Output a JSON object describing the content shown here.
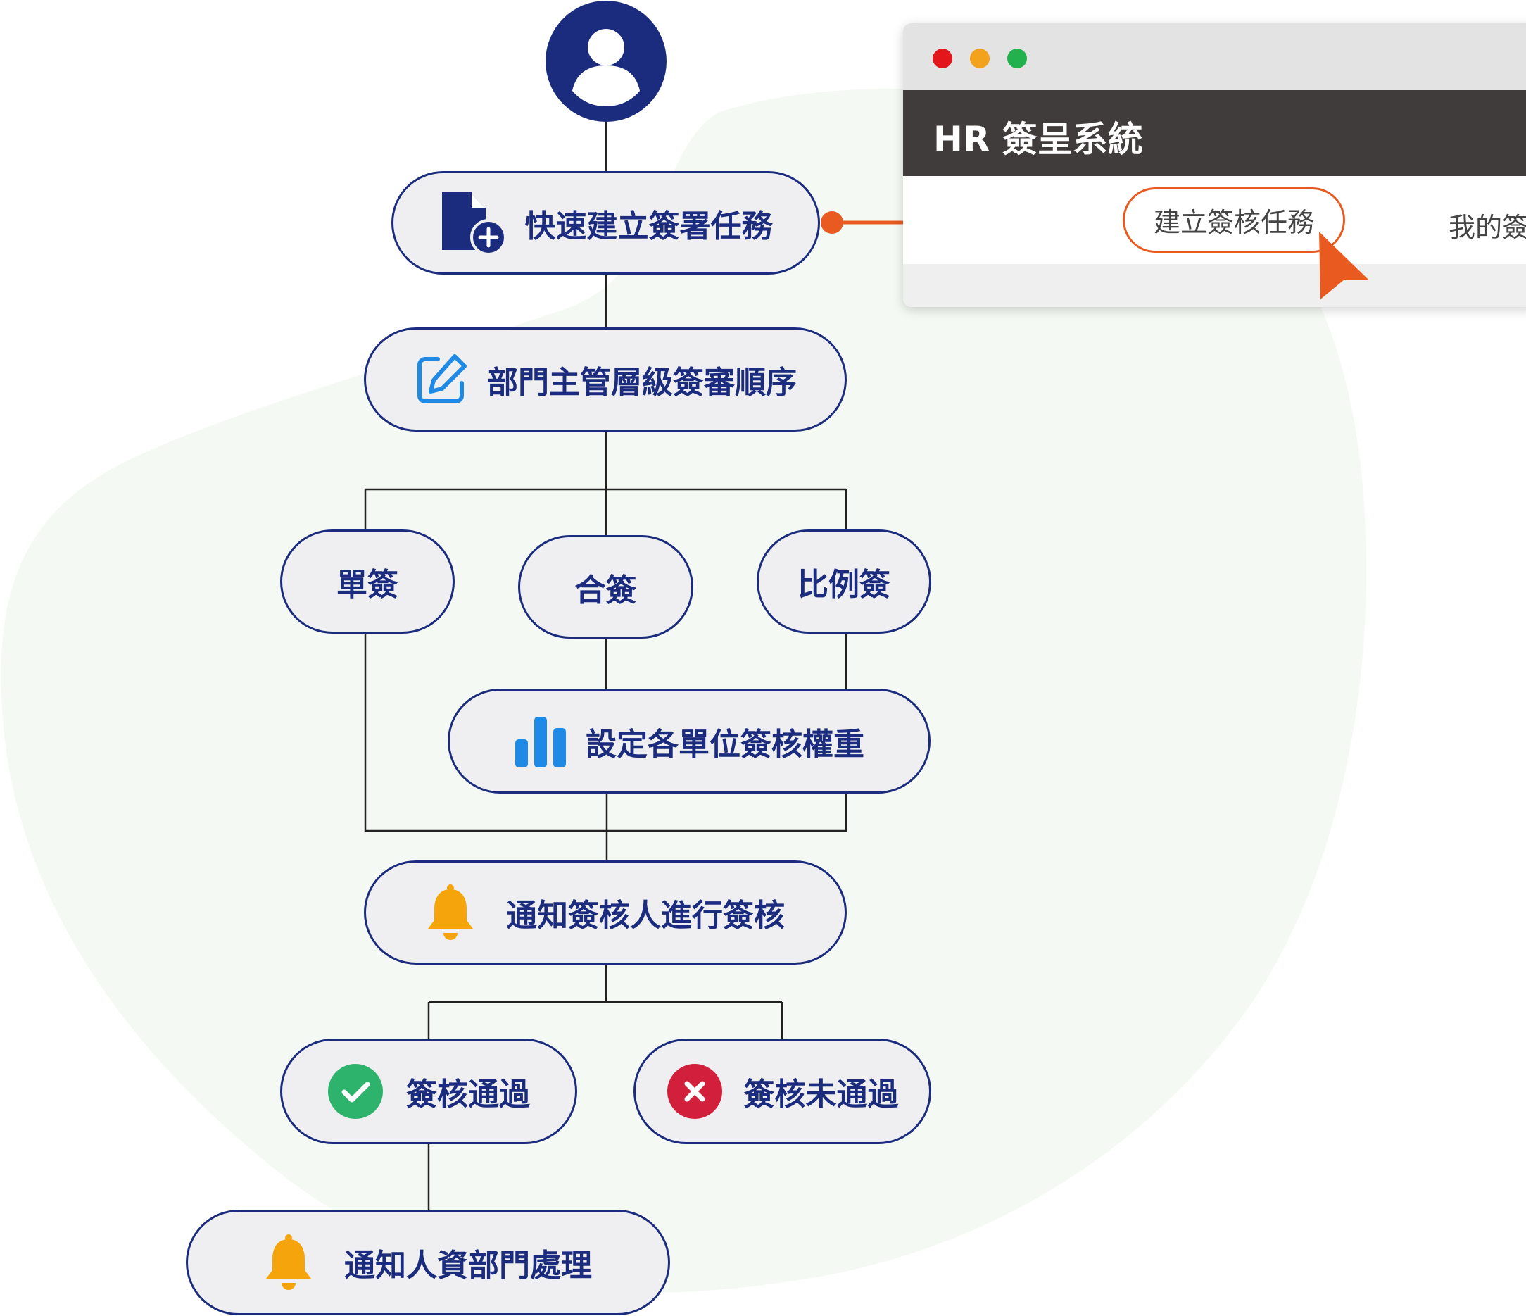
{
  "colors": {
    "navy": "#1b2c7e",
    "node_fill": "#efeff1",
    "connector": "#222222",
    "accent_orange": "#e85a1f",
    "bar_blue": "#1f8ae6",
    "bell_yellow": "#f5a40b",
    "success_green": "#2db36b",
    "error_red": "#d21f3c",
    "window_header": "#403c3b",
    "blob": "#f5f9f3"
  },
  "flow": {
    "start_icon": "user-avatar-icon",
    "nodes": {
      "quick_create": {
        "label": "快速建立簽署任務",
        "icon": "file-add-icon"
      },
      "hierarchy": {
        "label": "部門主管層級簽審順序",
        "icon": "edit-icon"
      },
      "single_sign": {
        "label": "單簽"
      },
      "joint_sign": {
        "label": "合簽"
      },
      "ratio_sign": {
        "label": "比例簽"
      },
      "set_weight": {
        "label": "設定各單位簽核權重",
        "icon": "bar-chart-icon"
      },
      "notify_signers": {
        "label": "通知簽核人進行簽核",
        "icon": "bell-icon"
      },
      "approved": {
        "label": "簽核通過",
        "icon": "check-circle-icon"
      },
      "rejected": {
        "label": "簽核未通過",
        "icon": "x-circle-icon"
      },
      "notify_hr": {
        "label": "通知人資部門處理",
        "icon": "bell-icon"
      }
    }
  },
  "hr_window": {
    "title": "HR 簽呈系統",
    "traffic_lights": [
      "#e3161c",
      "#f3a21d",
      "#22b14c"
    ],
    "menu": {
      "create_task": "建立簽核任務",
      "my_sign": "我的簽"
    },
    "cursor_icon": "cursor-pointer-icon"
  }
}
